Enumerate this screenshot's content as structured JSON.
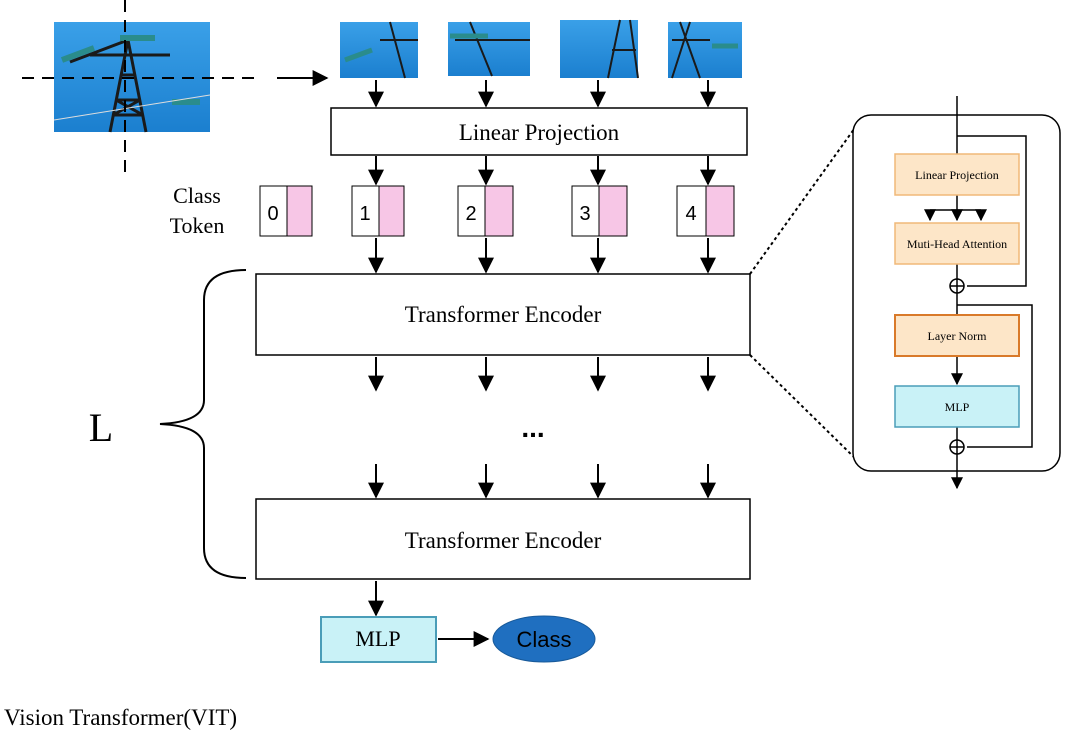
{
  "caption": "Vision Transformer(VIT)",
  "class_token_label": [
    "Class",
    "Token"
  ],
  "linear_projection_label": "Linear Projection",
  "tokens": [
    "0",
    "1",
    "2",
    "3",
    "4"
  ],
  "encoder_label": "Transformer Encoder",
  "ellipsis": "...",
  "layers_label": "L",
  "mlp_label": "MLP",
  "class_label": "Class",
  "detail": {
    "linear_projection": "Linear Projection",
    "attention": "Muti-Head Attention",
    "layer_norm": "Layer Norm",
    "mlp": "MLP",
    "add_symbol": "⊕"
  },
  "colors": {
    "sky": "#1f8fde",
    "token_pink": "#f7c6e6",
    "mlp_fill": "#c9f2f7",
    "mlp_stroke": "#4a9db8",
    "class_fill": "#1f6fc0",
    "detail_fill": "#fde6c8",
    "detail_stroke": "#f0b878",
    "layer_norm_stroke": "#d97a2a"
  }
}
